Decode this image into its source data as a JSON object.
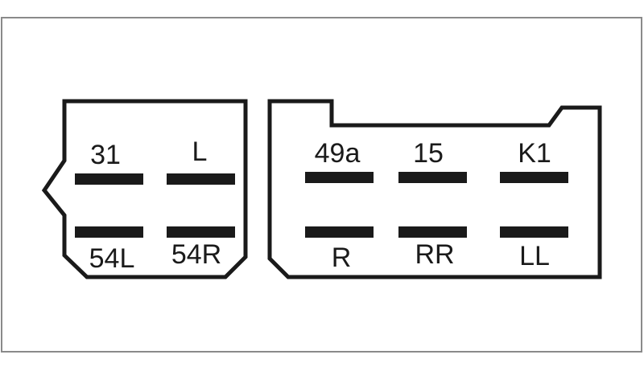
{
  "diagram": {
    "colors": {
      "line": "#1a1a1a",
      "frame": "#8a8a8a",
      "background": "#ffffff"
    },
    "left_connector": {
      "pins": [
        {
          "label": "31"
        },
        {
          "label": "L"
        },
        {
          "label": "54L"
        },
        {
          "label": "54R"
        }
      ]
    },
    "right_connector": {
      "pins": [
        {
          "label": "49a"
        },
        {
          "label": "15"
        },
        {
          "label": "K1"
        },
        {
          "label": "R"
        },
        {
          "label": "RR"
        },
        {
          "label": "LL"
        }
      ]
    }
  }
}
